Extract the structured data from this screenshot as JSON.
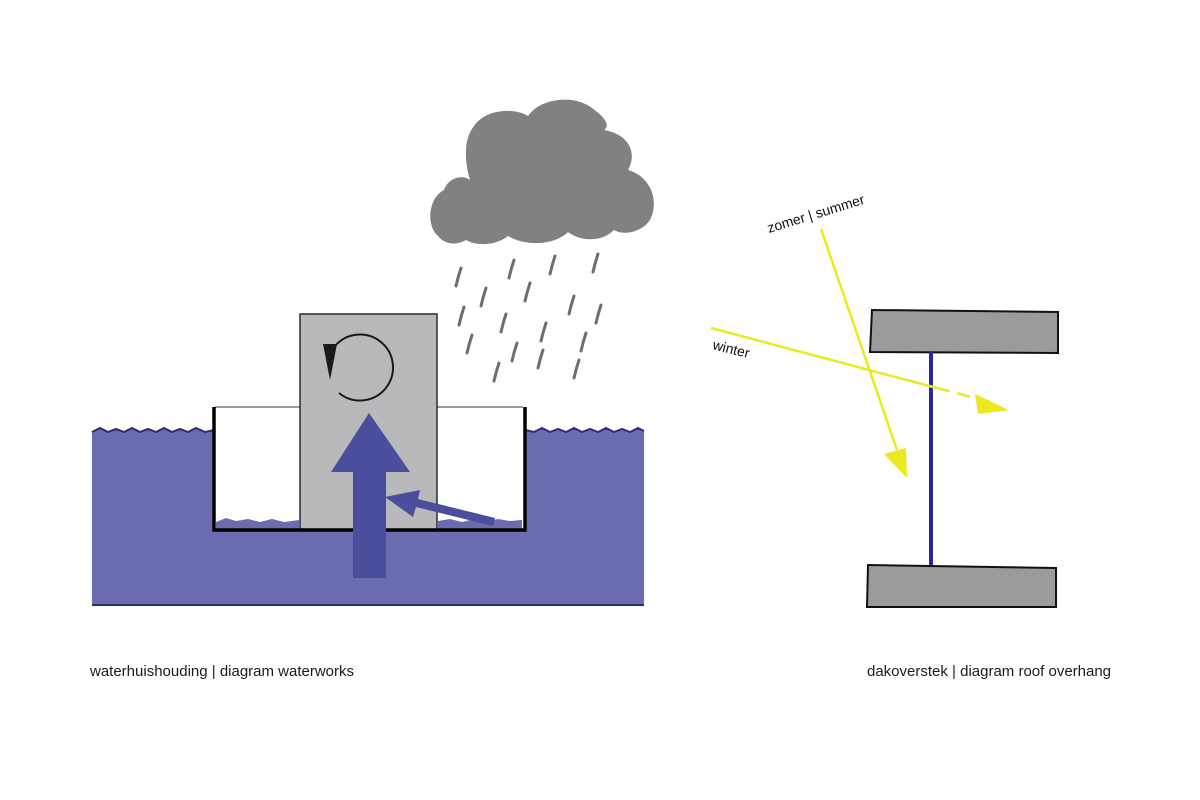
{
  "waterworks": {
    "caption": "waterhuishouding | diagram waterworks"
  },
  "overhang": {
    "caption": "dakoverstek | diagram roof overhang",
    "summer_label": "zomer | summer",
    "winter_label": "winter"
  },
  "colors": {
    "water": "#6b6caf",
    "water_edge": "#2e2f6e",
    "arrow": "#4a4e9c",
    "building": "#b9b9bb",
    "cloud": "#808182",
    "rain": "#6e6e6e",
    "slab": "#9a9b9a",
    "column": "#27289a",
    "sun": "#eaea1e"
  }
}
